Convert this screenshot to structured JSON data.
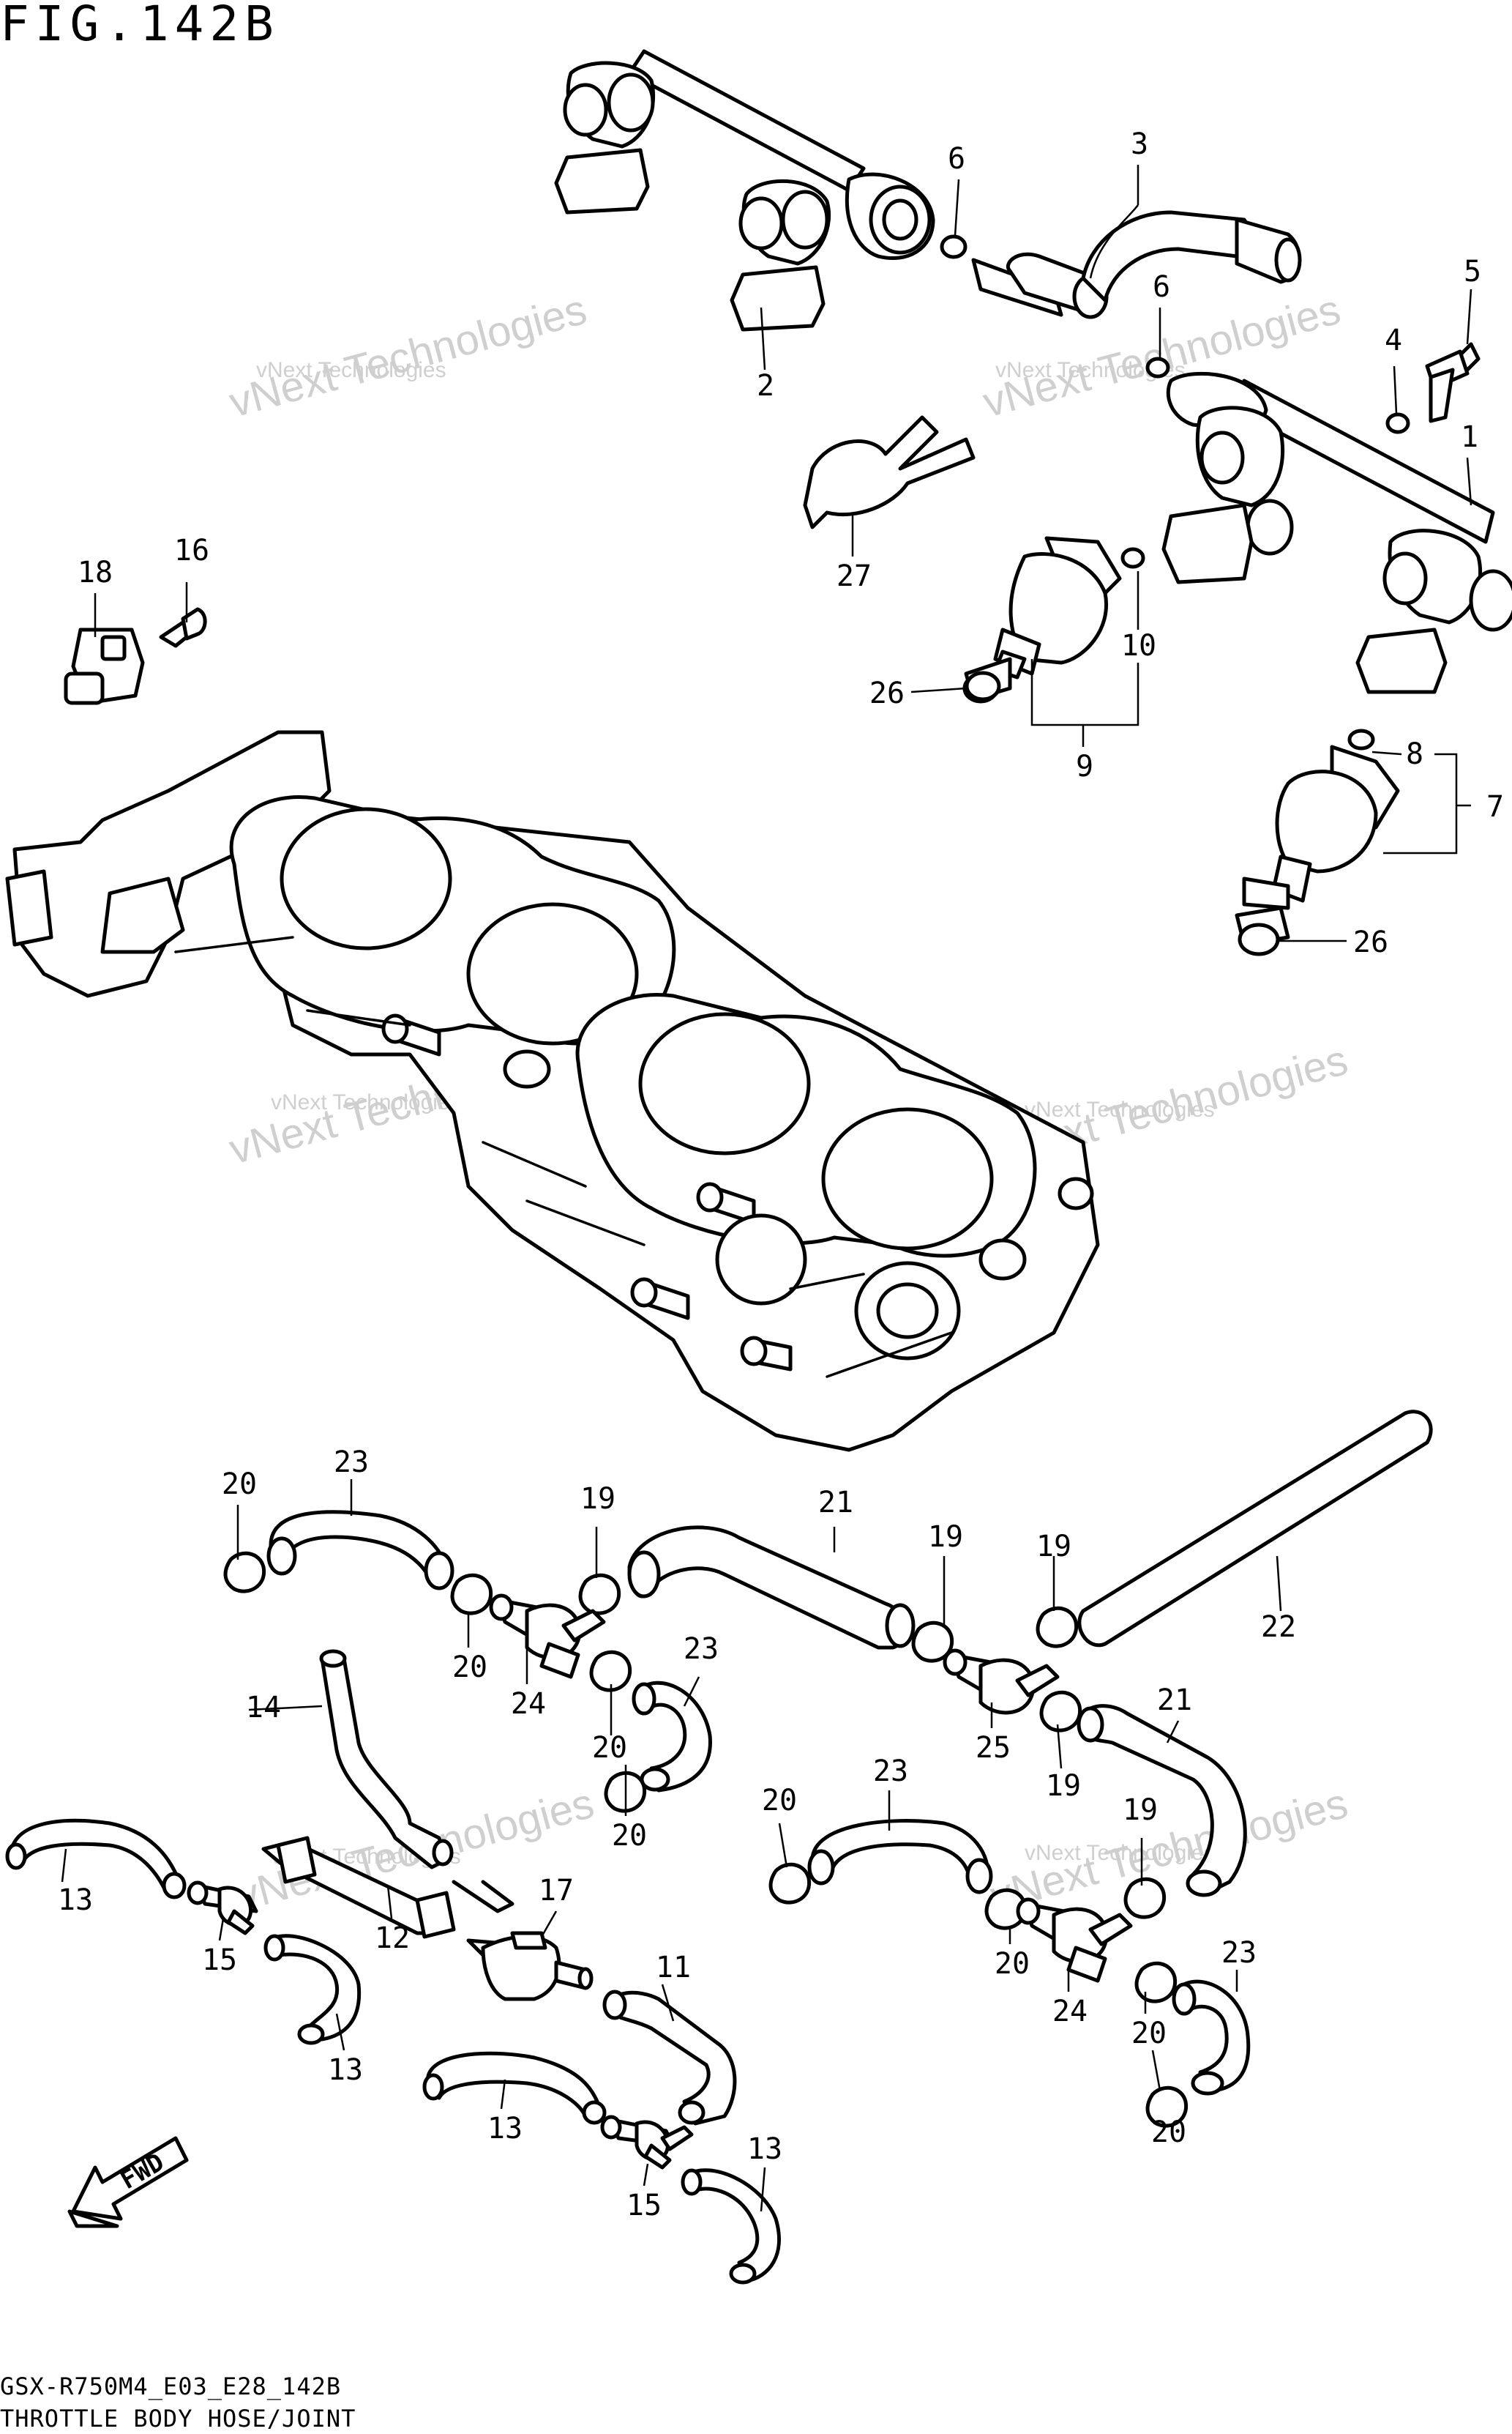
{
  "figure_title": "FIG.142B",
  "model_code": "GSX-R750M4_E03_E28_142B",
  "caption": "THROTTLE BODY HOSE/JOINT",
  "watermark_small": "vNext Technologies",
  "watermark_large": "vNext Technologies",
  "fwd_label": "FWD",
  "callouts": [
    "1",
    "2",
    "3",
    "4",
    "5",
    "6",
    "6",
    "7",
    "8",
    "9",
    "10",
    "11",
    "12",
    "13",
    "13",
    "13",
    "13",
    "13",
    "14",
    "15",
    "15",
    "16",
    "17",
    "18",
    "19",
    "19",
    "19",
    "19",
    "19",
    "20",
    "20",
    "20",
    "20",
    "20",
    "20",
    "20",
    "20",
    "21",
    "21",
    "22",
    "23",
    "23",
    "23",
    "23",
    "23",
    "24",
    "24",
    "25",
    "26",
    "26",
    "27"
  ]
}
